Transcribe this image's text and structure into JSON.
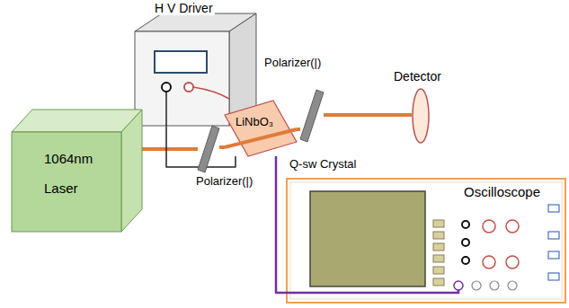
{
  "diagram": {
    "nodes": [
      {
        "text": [
          "H V Driver"
        ]
      },
      {
        "text": [
          "1064nm Laser"
        ]
      },
      {
        "text": [
          "Polarizer(|)"
        ]
      },
      {
        "text": [
          "LiNbO₃",
          "Q-sw Crystal"
        ]
      },
      {
        "text": [
          "Polarizer(|)"
        ]
      },
      {
        "text": [
          "Detector"
        ]
      },
      {
        "text": [
          "Oscilloscope"
        ]
      }
    ],
    "edges": [
      {
        "from": 1,
        "to": 2,
        "arrow": "none"
      },
      {
        "from": 2,
        "to": 3,
        "arrow": "none"
      },
      {
        "from": 3,
        "to": 4,
        "arrow": "none"
      },
      {
        "from": 4,
        "to": 5,
        "arrow": "none"
      },
      {
        "from": 0,
        "to": 3,
        "arrow": "none"
      },
      {
        "from": 0,
        "to": 3,
        "arrow": "none"
      },
      {
        "from": 3,
        "to": 6,
        "arrow": "none"
      }
    ]
  }
}
